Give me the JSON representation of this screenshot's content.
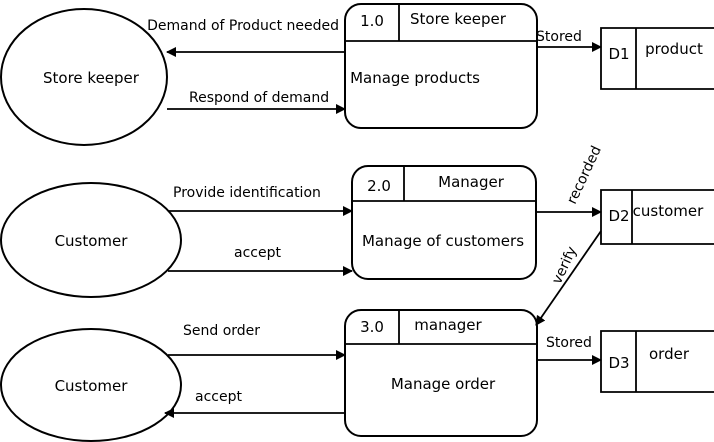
{
  "entities": {
    "store_keeper": "Store keeper",
    "customer_1": "Customer",
    "customer_2": "Customer"
  },
  "processes": {
    "p1": {
      "id": "1.0",
      "actor": "Store keeper",
      "name": "Manage products"
    },
    "p2": {
      "id": "2.0",
      "actor": "Manager",
      "name": "Manage of customers"
    },
    "p3": {
      "id": "3.0",
      "actor": "manager",
      "name": "Manage  order"
    }
  },
  "stores": {
    "d1": {
      "id": "D1",
      "name": "product"
    },
    "d2": {
      "id": "D2",
      "name": "customer"
    },
    "d3": {
      "id": "D3",
      "name": "order"
    }
  },
  "flows": {
    "demand_needed": "Demand of Product needed",
    "respond_demand": "Respond of demand",
    "stored_1": "Stored",
    "provide_identification": "Provide identification",
    "accept_1": "accept",
    "recorded": "recorded",
    "verify": "verify",
    "send_order": "Send order",
    "accept_2": "accept",
    "stored_3": "Stored"
  }
}
